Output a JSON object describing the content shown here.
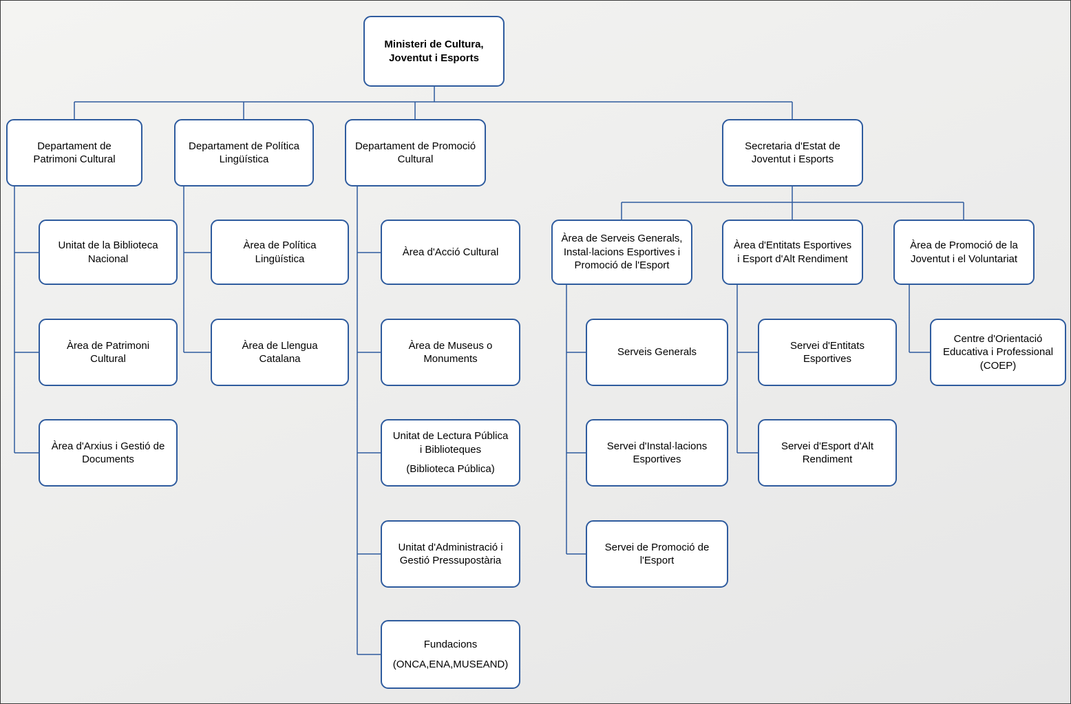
{
  "colors": {
    "accent": "#2E5B9E",
    "boxbg": "#FFFFFF",
    "text": "#000000",
    "bg1": "#F4F4F2",
    "bg2": "#E6E6E6",
    "frame": "#3A3A3A"
  },
  "org": {
    "root": {
      "label": "Ministeri de Cultura, Joventut i Esports"
    },
    "branches": [
      {
        "label": "Departament de Patrimoni Cultural",
        "children": [
          {
            "label": "Unitat de la Biblioteca Nacional"
          },
          {
            "label": "Àrea de Patrimoni Cultural"
          },
          {
            "label": "Àrea d'Arxius i Gestió de Documents"
          }
        ]
      },
      {
        "label": "Departament de Política Lingüística",
        "children": [
          {
            "label": "Àrea de Política Lingüística"
          },
          {
            "label": "Àrea de Llengua Catalana"
          }
        ]
      },
      {
        "label": "Departament de Promoció Cultural",
        "children": [
          {
            "label": "Àrea d'Acció Cultural"
          },
          {
            "label": "Àrea de Museus o Monuments"
          },
          {
            "label": "Unitat de Lectura Pública i Biblioteques",
            "sublabel": "(Biblioteca Pública)"
          },
          {
            "label": "Unitat d'Administració i Gestió Pressupostària"
          },
          {
            "label": "Fundacions",
            "sublabel": "(ONCA,ENA,MUSEAND)"
          }
        ]
      },
      {
        "label": "Secretaria d'Estat de Joventut i Esports",
        "children": [
          {
            "label": "Àrea de Serveis Generals, Instal·lacions Esportives i Promoció de l'Esport",
            "children": [
              {
                "label": "Serveis Generals"
              },
              {
                "label": "Servei d'Instal·lacions Esportives"
              },
              {
                "label": "Servei de Promoció de l'Esport"
              }
            ]
          },
          {
            "label": "Àrea d'Entitats Esportives i Esport d'Alt Rendiment",
            "children": [
              {
                "label": "Servei d'Entitats Esportives"
              },
              {
                "label": "Servei d'Esport d'Alt Rendiment"
              }
            ]
          },
          {
            "label": "Àrea de Promoció de la Joventut i el Voluntariat",
            "children": [
              {
                "label": "Centre d'Orientació Educativa i Professional (COEP)"
              }
            ]
          }
        ]
      }
    ]
  }
}
